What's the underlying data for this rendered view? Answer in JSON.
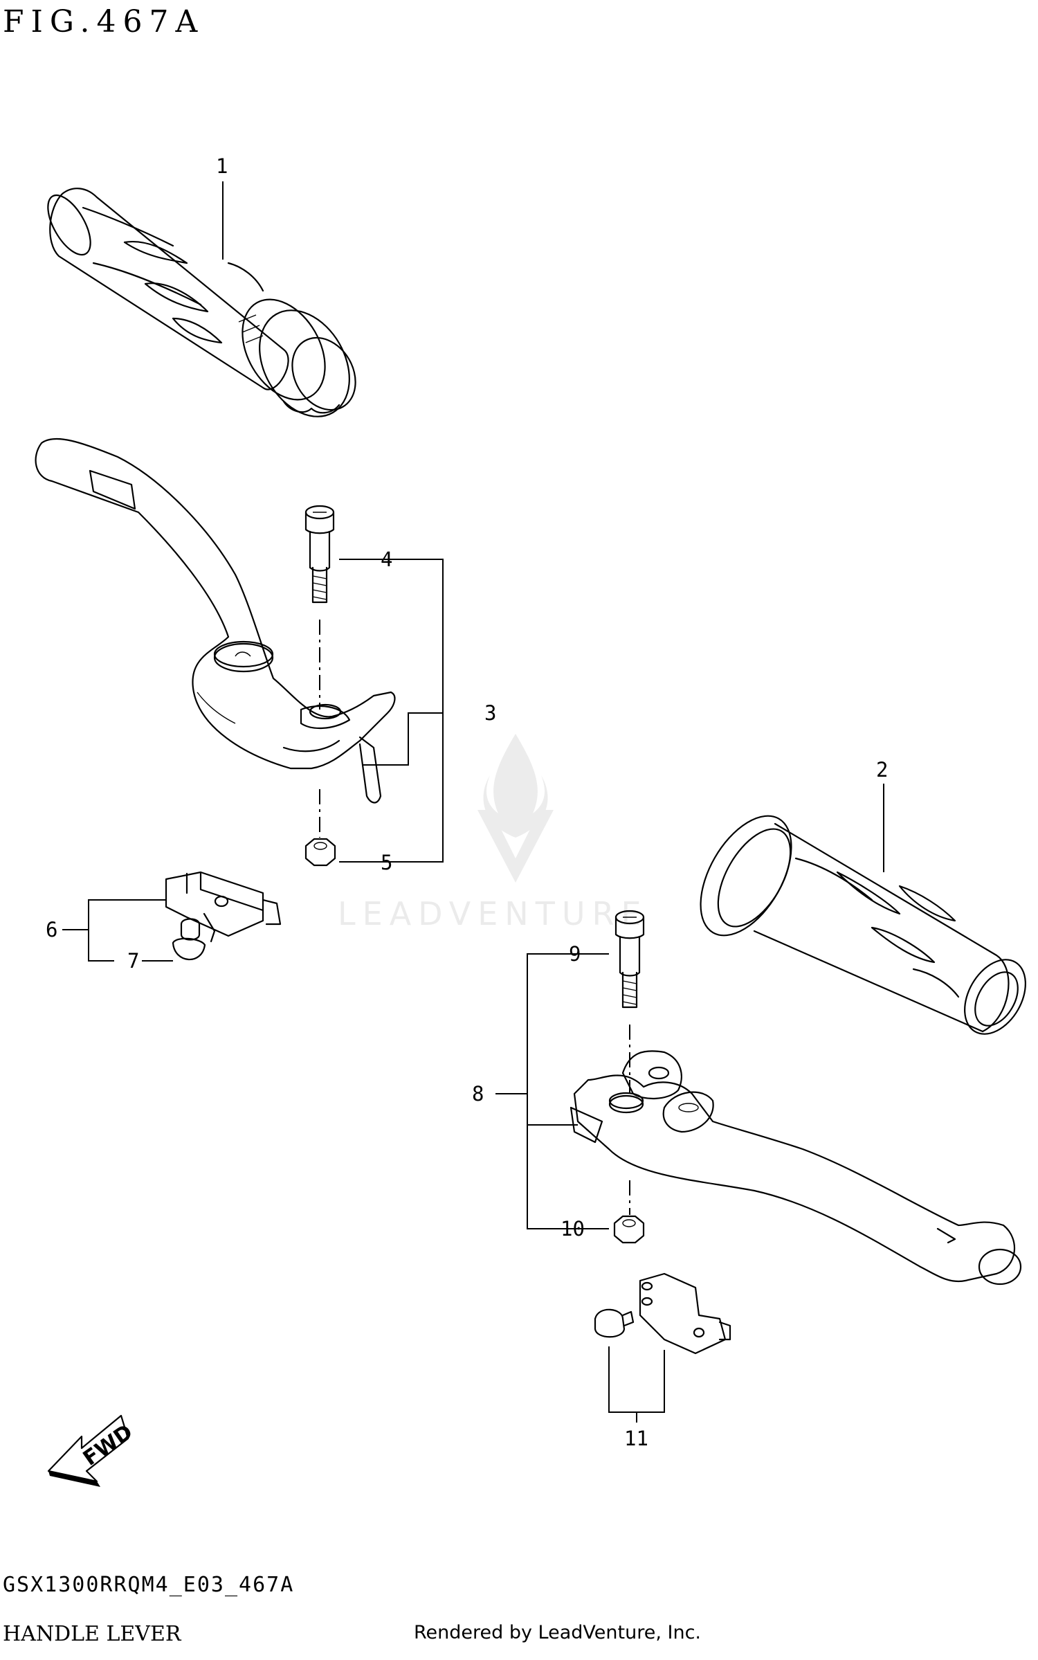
{
  "figure": {
    "title": "FIG.467A",
    "code": "GSX1300RRQM4_E03_467A",
    "name": "HANDLE LEVER",
    "credit": "Rendered by LeadVenture, Inc."
  },
  "watermark": {
    "text": "LEADVENTURE"
  },
  "direction_marker": {
    "text": "FWD"
  },
  "callouts": [
    "1",
    "2",
    "3",
    "4",
    "5",
    "6",
    "7",
    "8",
    "9",
    "10",
    "11"
  ],
  "icons": [
    "direction-arrow-icon",
    "watermark-flame-logo"
  ],
  "colors": {
    "line": "#000000",
    "background": "#ffffff",
    "watermark": "#ebebeb"
  }
}
